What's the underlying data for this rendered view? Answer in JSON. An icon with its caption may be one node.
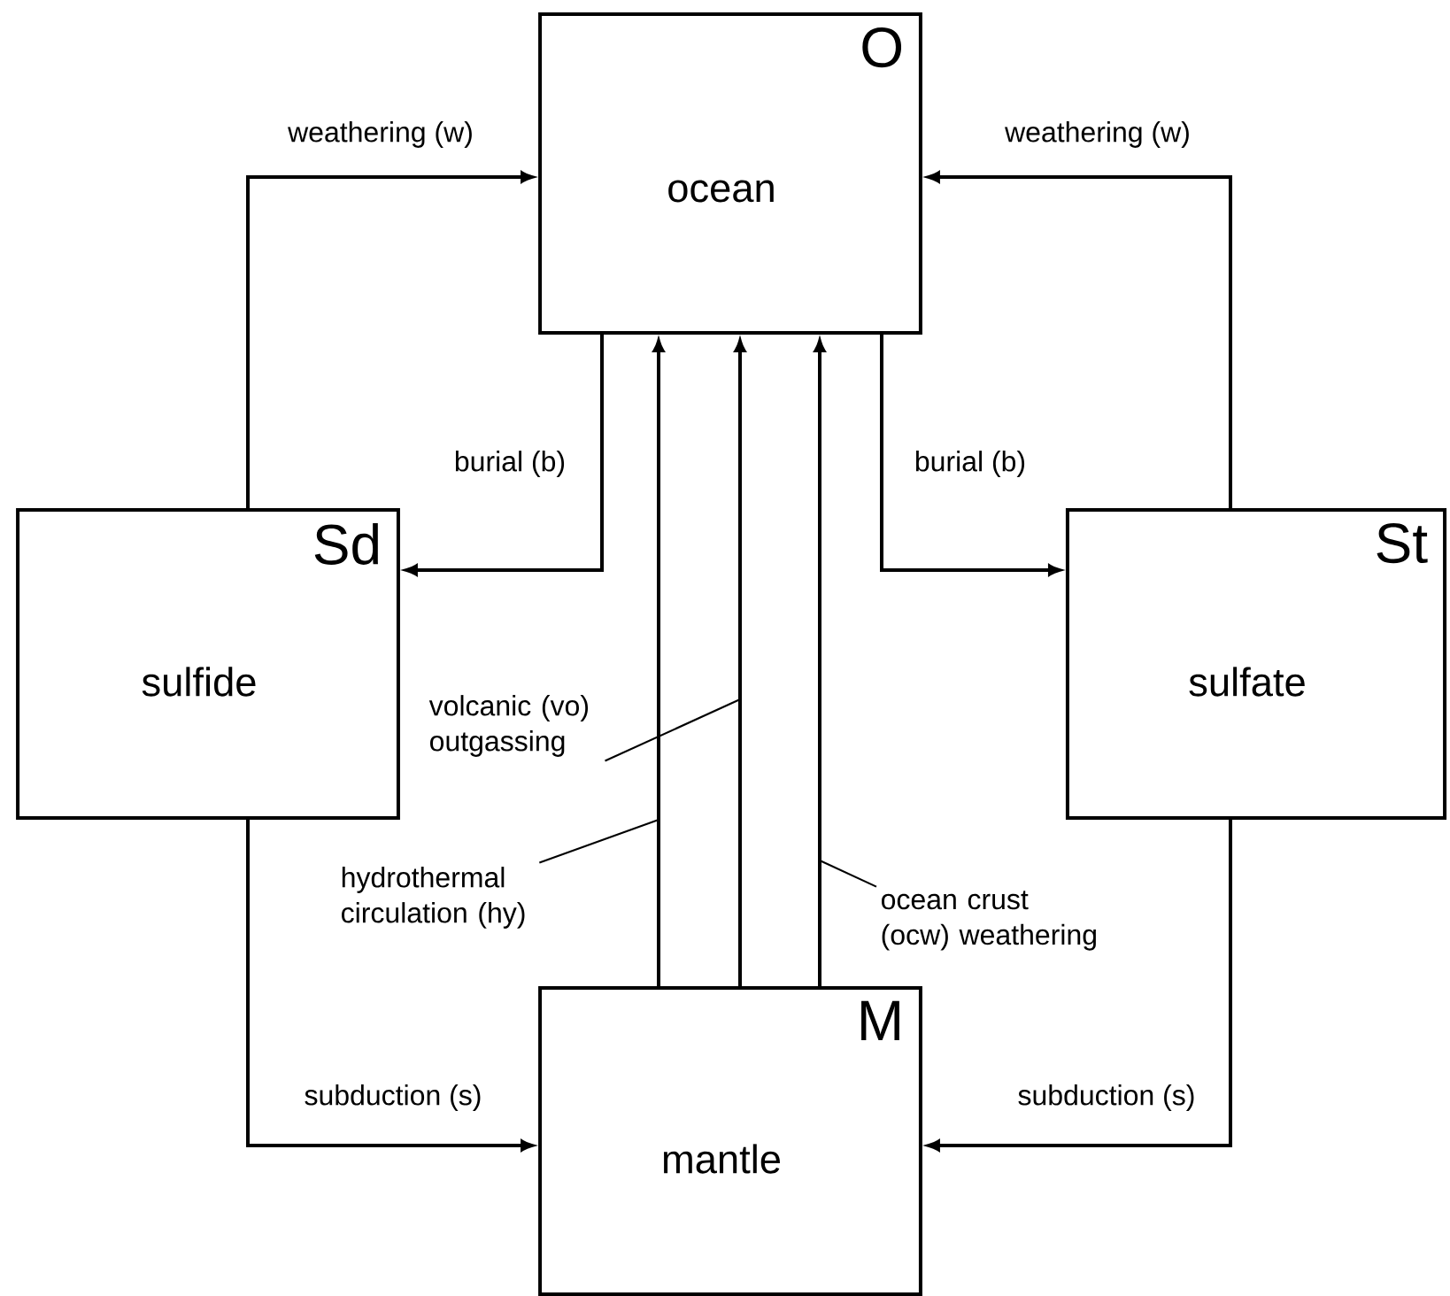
{
  "diagram": {
    "nodes": [
      {
        "text": [
          "O",
          "ocean"
        ]
      },
      {
        "text": [
          "Sd",
          "sulfide"
        ]
      },
      {
        "text": [
          "St",
          "sulfate"
        ]
      },
      {
        "text": [
          "M",
          "mantle"
        ]
      },
      {
        "text": [
          "volcanic (vo) outgassing"
        ]
      },
      {
        "text": [
          "hydrothermal circulation (hy)"
        ]
      },
      {
        "text": [
          "ocean crust (ocw) weathering"
        ]
      }
    ],
    "edges": [
      {
        "from": 1,
        "to": 0,
        "arrow": "to",
        "label": "weathering (w)"
      },
      {
        "from": 2,
        "to": 0,
        "arrow": "to",
        "label": "weathering (w)"
      },
      {
        "from": 0,
        "to": 1,
        "arrow": "to",
        "label": "burial (b)"
      },
      {
        "from": 0,
        "to": 2,
        "arrow": "to",
        "label": "burial (b)"
      },
      {
        "from": 3,
        "to": 0,
        "arrow": "to"
      },
      {
        "from": 3,
        "to": 0,
        "arrow": "to"
      },
      {
        "from": 3,
        "to": 0,
        "arrow": "to"
      },
      {
        "from": 1,
        "to": 3,
        "arrow": "to",
        "label": "subduction (s)"
      },
      {
        "from": 2,
        "to": 3,
        "arrow": "to",
        "label": "subduction (s)"
      },
      {
        "from": 4,
        "to": null,
        "arrow": "none"
      },
      {
        "from": 5,
        "to": null,
        "arrow": "none"
      },
      {
        "from": 6,
        "to": null,
        "arrow": "none"
      }
    ]
  }
}
